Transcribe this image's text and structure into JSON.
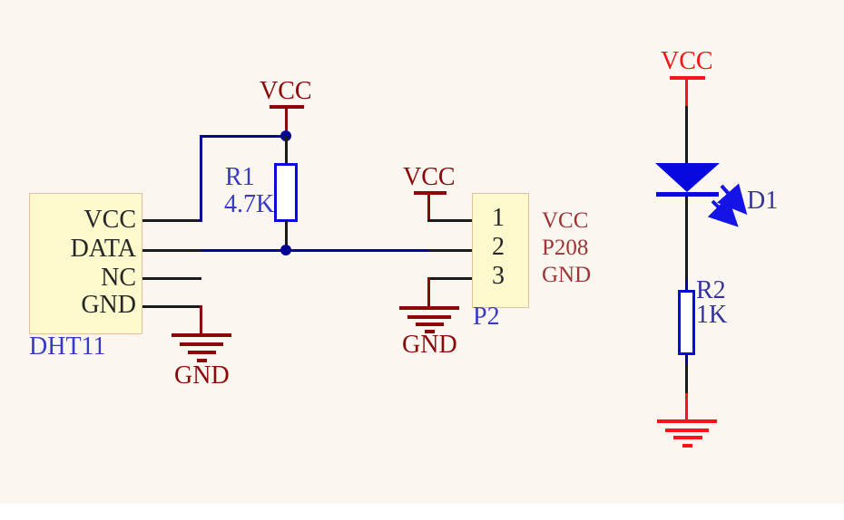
{
  "components": {
    "dht11": {
      "ref": "DHT11",
      "pins": {
        "vcc": "VCC",
        "data": "DATA",
        "nc": "NC",
        "gnd": "GND"
      }
    },
    "r1": {
      "ref": "R1",
      "value": "4.7K"
    },
    "p2": {
      "ref": "P2",
      "pin_numbers": [
        "1",
        "2",
        "3"
      ],
      "pin_nets": [
        "VCC",
        "P208",
        "GND"
      ]
    },
    "d1": {
      "ref": "D1"
    },
    "r2": {
      "ref": "R2",
      "value": "1K"
    }
  },
  "power_labels": {
    "vcc_r1": "VCC",
    "gnd_dht11": "GND",
    "vcc_p2": "VCC",
    "gnd_p2": "GND",
    "vcc_led": "VCC"
  },
  "colors": {
    "background": "#FBF7F0",
    "component_fill": "#FCFACD",
    "component_border": "#E3BF9F",
    "wire_black": "#1A1A1A",
    "wire_blue": "#050595",
    "power_maroon": "#8B0808",
    "power_red": "#F81414",
    "net_label_maroon": "#9C3636",
    "symbol_blue": "#0A0AE0",
    "ref_label_blue": "#3939C8",
    "value_label_navy": "#33339A"
  }
}
